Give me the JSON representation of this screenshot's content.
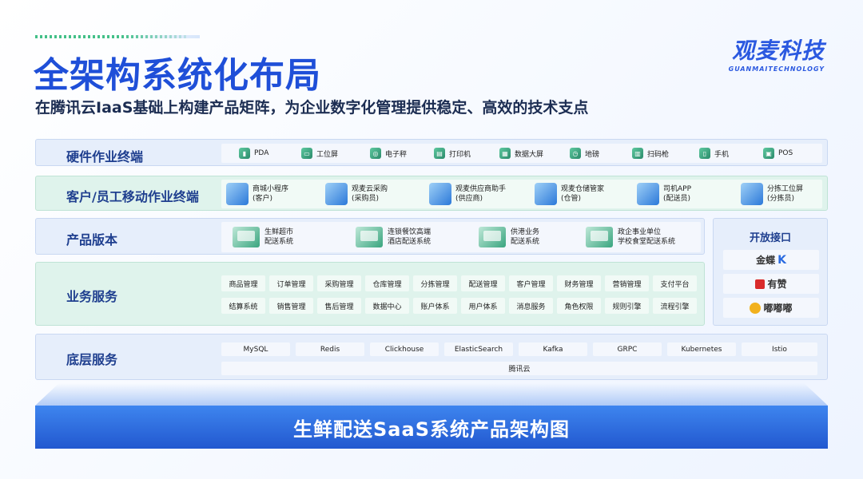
{
  "header": {
    "title": "全架构系统化布局",
    "subtitle": "在腾讯云IaaS基础上构建产品矩阵，为企业数字化管理提供稳定、高效的技术支点"
  },
  "logo": {
    "main": "观麦科技",
    "sub": "GUANMAITECHNOLOGY"
  },
  "layers": {
    "hardware": {
      "label": "硬件作业终端",
      "items": [
        "PDA",
        "工位屏",
        "电子秤",
        "打印机",
        "数据大屏",
        "地磅",
        "扫码枪",
        "手机",
        "POS"
      ]
    },
    "mobile": {
      "label": "客户/员工移动作业终端",
      "items": [
        {
          "name": "商城小程序",
          "role": "(客户)"
        },
        {
          "name": "观麦云采购",
          "role": "(采购员)"
        },
        {
          "name": "观麦供应商助手",
          "role": "(供应商)"
        },
        {
          "name": "观麦仓储管家",
          "role": "(仓管)"
        },
        {
          "name": "司机APP",
          "role": "(配送员)"
        },
        {
          "name": "分拣工位屏",
          "role": "(分拣员)"
        }
      ]
    },
    "product": {
      "label": "产品版本",
      "items": [
        {
          "line1": "生鲜超市",
          "line2": "配送系统"
        },
        {
          "line1": "连锁餐饮高端",
          "line2": "酒店配送系统"
        },
        {
          "line1": "供港业务",
          "line2": "配送系统"
        },
        {
          "line1": "政企事业单位",
          "line2": "学校食堂配送系统"
        }
      ]
    },
    "business": {
      "label": "业务服务",
      "row1": [
        "商品管理",
        "订单管理",
        "采购管理",
        "仓库管理",
        "分拣管理",
        "配送管理",
        "客户管理",
        "财务管理",
        "营销管理",
        "支付平台"
      ],
      "row2": [
        "结算系统",
        "销售管理",
        "售后管理",
        "数据中心",
        "账户体系",
        "用户体系",
        "消息服务",
        "角色权限",
        "规则引擎",
        "流程引擎"
      ]
    },
    "base": {
      "label": "底层服务",
      "items": [
        "MySQL",
        "Redis",
        "Clickhouse",
        "ElasticSearch",
        "Kafka",
        "GRPC",
        "Kubernetes",
        "Istio"
      ],
      "cloud": "腾讯云"
    },
    "api": {
      "label": "开放接口",
      "partners": [
        "金蝶",
        "有赞",
        "嘟嘟嘟"
      ]
    }
  },
  "footer": {
    "title": "生鲜配送SaaS系统产品架构图"
  },
  "colors": {
    "primary": "#1f4fd8",
    "green": "#22b573",
    "podium": "#2c6ae3"
  }
}
